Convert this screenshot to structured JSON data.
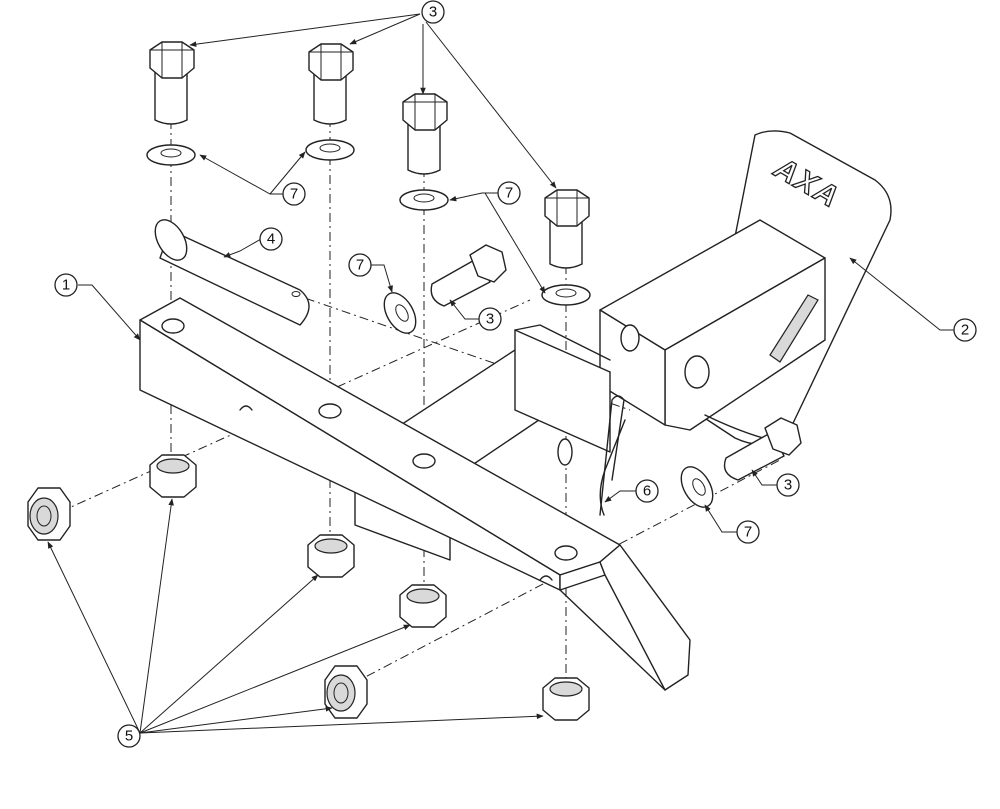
{
  "logo_text": "AXA",
  "callouts": [
    {
      "id": "c3-top",
      "number": "3"
    },
    {
      "id": "c4",
      "number": "4"
    },
    {
      "id": "c7-a",
      "number": "7"
    },
    {
      "id": "c7-b",
      "number": "7"
    },
    {
      "id": "c7-c",
      "number": "7"
    },
    {
      "id": "c3-mid",
      "number": "3"
    },
    {
      "id": "c1",
      "number": "1"
    },
    {
      "id": "c2",
      "number": "2"
    },
    {
      "id": "c6",
      "number": "6"
    },
    {
      "id": "c3-right",
      "number": "3"
    },
    {
      "id": "c7-d",
      "number": "7"
    },
    {
      "id": "c5",
      "number": "5"
    }
  ],
  "colors": {
    "line": "#222222",
    "background": "#ffffff",
    "fill": "#ffffff"
  }
}
